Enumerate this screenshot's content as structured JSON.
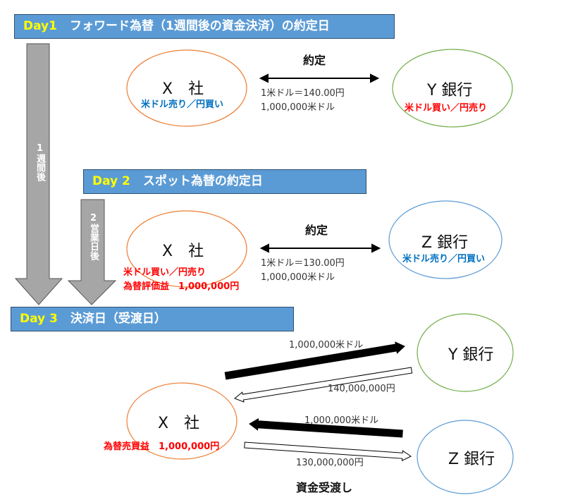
{
  "day1": {
    "day": "Day1",
    "title": "フォワード為替（1週間後の資金決済）の約定日"
  },
  "day2": {
    "day": "Day 2",
    "title": "スポット為替の約定日"
  },
  "day3": {
    "day": "Day 3",
    "title": "決済日（受渡日）"
  },
  "arrow_week": "1週間後",
  "arrow_2days": "2営業日後",
  "forward": {
    "company": "X　社",
    "company_action": "米ドル売り／円買い",
    "bank": "Y 銀行",
    "bank_action": "米ドル買い／円売り",
    "contract": "約定",
    "rate": "1米ドル＝140.00円",
    "amount": "1,000,000米ドル"
  },
  "spot": {
    "company": "X　社",
    "company_action": "米ドル買い／円売り",
    "valuation_gain": "為替評価益　1,000,000円",
    "bank": "Z 銀行",
    "bank_action": "米ドル売り／円買い",
    "contract": "約定",
    "rate": "1米ドル＝130.00円",
    "amount": "1,000,000米ドル"
  },
  "settlement": {
    "company": "X　社",
    "gain": "為替売買益　1,000,000円",
    "bank_y": "Y 銀行",
    "bank_z": "Z 銀行",
    "to_y_usd": "1,000,000米ドル",
    "from_y_jpy": "140,000,000円",
    "from_z_usd": "1,000,000米ドル",
    "to_z_jpy": "130,000,000円",
    "caption": "資金受渡し"
  },
  "colors": {
    "bar": "#5b9bd5",
    "day_label": "#ffff00",
    "company_ellipse": "#ed7d31",
    "bank_y": "#70ad47",
    "bank_z": "#5b9bd5",
    "red": "#ff0000",
    "blue": "#0070c0"
  }
}
